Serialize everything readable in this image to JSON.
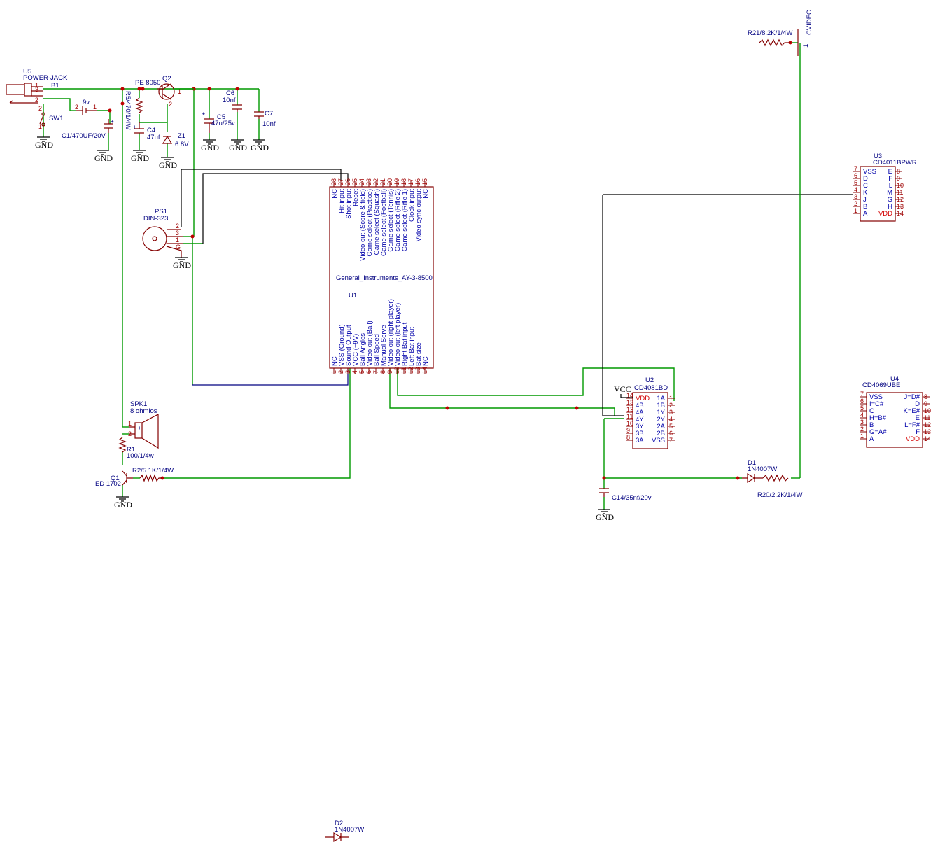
{
  "power": {
    "u5_ref": "U5",
    "u5_val": "POWER-JACK",
    "b1": "B1",
    "batt": "9v",
    "sw": "SW1",
    "c1": "C1/470UF/20V",
    "r5": "R5/470/1/4W",
    "q2_val": "PE 8050",
    "q2_ref": "Q2",
    "c4_ref": "C4",
    "c4_val": "47uf",
    "z1_ref": "Z1",
    "z1_val": "6.8V",
    "c5_ref": "C5",
    "c5_val": "47u/25v",
    "c6_ref": "C6",
    "c6_val": "10nf",
    "c7_ref": "C7",
    "c7_val": "10nf"
  },
  "gnd": "GND",
  "vcc": "VCC",
  "ps1": {
    "ref": "PS1",
    "val": "DIN-323",
    "pins": [
      "2",
      "3",
      "1",
      "G"
    ]
  },
  "u1": {
    "name": "General_Instruments_AY-3-8500",
    "ref": "U1",
    "top_pins": [
      {
        "n": "28",
        "l": "NC"
      },
      {
        "n": "27",
        "l": "Hit input"
      },
      {
        "n": "26",
        "l": "Shot input"
      },
      {
        "n": "25",
        "l": "Reset"
      },
      {
        "n": "24",
        "l": "Video out (Score & field)"
      },
      {
        "n": "23",
        "l": "Game select (Practice)"
      },
      {
        "n": "22",
        "l": "Game select (Squash)"
      },
      {
        "n": "21",
        "l": "Game select (Football)"
      },
      {
        "n": "20",
        "l": "Game select (Tennis)"
      },
      {
        "n": "19",
        "l": "Game select (Rifle 2)"
      },
      {
        "n": "18",
        "l": "Game select (Rifle 1)"
      },
      {
        "n": "17",
        "l": "Clock input"
      },
      {
        "n": "16",
        "l": "Video sync output"
      },
      {
        "n": "15",
        "l": "NC"
      }
    ],
    "bottom_pins": [
      {
        "n": "1",
        "l": "NC"
      },
      {
        "n": "2",
        "l": "VSS (Ground)"
      },
      {
        "n": "3",
        "l": "Sound Output"
      },
      {
        "n": "4",
        "l": "VCC (+9V)"
      },
      {
        "n": "5",
        "l": "Ball Angles"
      },
      {
        "n": "6",
        "l": "Video out (Ball)"
      },
      {
        "n": "7",
        "l": "Ball Speed"
      },
      {
        "n": "8",
        "l": "Manual Serve"
      },
      {
        "n": "9",
        "l": "Video out (right player)"
      },
      {
        "n": "10",
        "l": "Video out (left player)"
      },
      {
        "n": "11",
        "l": "Right Bat input"
      },
      {
        "n": "12",
        "l": "Left Bat input"
      },
      {
        "n": "13",
        "l": "Bat size"
      },
      {
        "n": "14",
        "l": "NC"
      }
    ]
  },
  "spk": {
    "ref": "SPK1",
    "val": "8 ohmios"
  },
  "r1": {
    "ref": "R1",
    "val": "100/1/4w"
  },
  "q1": {
    "ref": "Q1",
    "val": "ED 1702"
  },
  "r2": "R2/5.1K/1/4W",
  "r21": "R21/8.2K/1/4W",
  "cvideo": {
    "label": "CVIDEO",
    "pin": "1"
  },
  "u3": {
    "ref": "U3",
    "val": "CD4011BPWR",
    "left": [
      {
        "n": "7",
        "l": "VSS"
      },
      {
        "n": "6",
        "l": "D"
      },
      {
        "n": "5",
        "l": "C"
      },
      {
        "n": "4",
        "l": "K"
      },
      {
        "n": "3",
        "l": "J"
      },
      {
        "n": "2",
        "l": "B"
      },
      {
        "n": "1",
        "l": "A"
      }
    ],
    "right": [
      {
        "n": "8",
        "l": "E"
      },
      {
        "n": "9",
        "l": "F"
      },
      {
        "n": "10",
        "l": "L"
      },
      {
        "n": "11",
        "l": "M"
      },
      {
        "n": "12",
        "l": "G"
      },
      {
        "n": "13",
        "l": "H"
      },
      {
        "n": "14",
        "l": "VDD"
      }
    ]
  },
  "u2": {
    "ref": "U2",
    "val": "CD4081BD",
    "left": [
      {
        "n": "14",
        "l": "VDD"
      },
      {
        "n": "13",
        "l": "4B"
      },
      {
        "n": "12",
        "l": "4A"
      },
      {
        "n": "11",
        "l": "4Y"
      },
      {
        "n": "10",
        "l": "3Y"
      },
      {
        "n": "9",
        "l": "3B"
      },
      {
        "n": "8",
        "l": "3A"
      }
    ],
    "right": [
      {
        "n": "1",
        "l": "1A"
      },
      {
        "n": "2",
        "l": "1B"
      },
      {
        "n": "3",
        "l": "1Y"
      },
      {
        "n": "4",
        "l": "2Y"
      },
      {
        "n": "5",
        "l": "2A"
      },
      {
        "n": "6",
        "l": "2B"
      },
      {
        "n": "7",
        "l": "VSS"
      }
    ]
  },
  "u4": {
    "ref": "U4",
    "val": "CD4069UBE",
    "left": [
      {
        "n": "7",
        "l": "VSS"
      },
      {
        "n": "6",
        "l": "I=C#"
      },
      {
        "n": "5",
        "l": "C"
      },
      {
        "n": "4",
        "l": "H=B#"
      },
      {
        "n": "3",
        "l": "B"
      },
      {
        "n": "2",
        "l": "G=A#"
      },
      {
        "n": "1",
        "l": "A"
      }
    ],
    "right": [
      {
        "n": "8",
        "l": "J=D#"
      },
      {
        "n": "9",
        "l": "D"
      },
      {
        "n": "10",
        "l": "K=E#"
      },
      {
        "n": "11",
        "l": "E"
      },
      {
        "n": "12",
        "l": "L=F#"
      },
      {
        "n": "13",
        "l": "F"
      },
      {
        "n": "14",
        "l": "VDD"
      }
    ]
  },
  "d1": {
    "ref": "D1",
    "val": "1N4007W"
  },
  "r20": "R20/2.2K/1/4W",
  "c14": "C14/35nf/20v",
  "d2": {
    "ref": "D2",
    "val": "1N4007W"
  }
}
